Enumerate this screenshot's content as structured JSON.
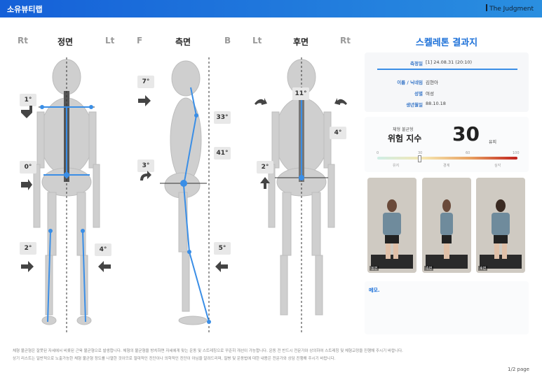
{
  "app": {
    "brand": "소유뷰티랩",
    "logo_text": "The Judgment"
  },
  "views": {
    "front": {
      "title": "정면",
      "left": "Rt",
      "right": "Lt"
    },
    "side": {
      "title": "측면",
      "left": "F",
      "right": "B"
    },
    "back": {
      "title": "후면",
      "left": "Lt",
      "right": "Rt"
    }
  },
  "angles": {
    "front_shoulder": "1°",
    "front_pelvis": "0°",
    "front_knee_left": "2°",
    "front_knee_right": "4°",
    "side_head": "7°",
    "side_upper": "33°",
    "side_mid": "41°",
    "side_pelvis": "3°",
    "side_knee": "5°",
    "back_neck": "11°",
    "back_shoulder": "4°",
    "back_pelvis": "2°"
  },
  "report": {
    "title": "스켈레톤 결과지",
    "date_label": "측정일",
    "date_value": "[1] 24.08.31 (20:10)",
    "name_label": "이름 / 닉네임",
    "name_value": "김현아",
    "gender_label": "성별",
    "gender_value": "여성",
    "birth_label": "생년월일",
    "birth_value": "88.10.18",
    "body_type": "체형 불균형",
    "risk_label": "위험 지수",
    "risk_value": "30",
    "risk_status": "유지",
    "risk_value_num": 30,
    "scale_ticks": [
      "0",
      "30",
      "60",
      "100"
    ],
    "scale_labels": [
      "유지",
      "경계",
      "심각"
    ],
    "photo_tags": [
      "정면",
      "측면",
      "후면"
    ],
    "memo_label": "메모."
  },
  "footer": {
    "line1": "체형 불균형은 잘못된 자세에서 비롯된 근육 불균형으로 발생합니다. 체형의 불균형을 방치하면 자세에게 맞는 운동 및 스트레칭으로 꾸준히 개선이 가능합니다. 운동 전 반드시 전문가와 상의하여 스트레칭 및 체형교정을 진행해 주시기 바랍니다.",
    "line2": "상기 리스트는 일반적으로 노출가능한 체형 불균형 정도를 나열한 것이므로 절대적인 진단이나 의학적인 진단이 아님을 알려드리며, 질병 및 운동법에 대한 내용은 전문가와 상담 진행해 주시기 바랍니다.",
    "page": "1/2 page"
  },
  "colors": {
    "accent": "#1a6fd8",
    "line": "#3a8ee6"
  }
}
